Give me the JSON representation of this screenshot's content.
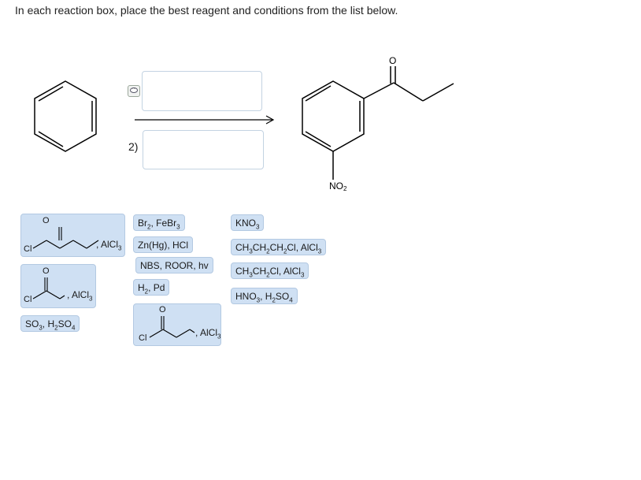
{
  "instructions": "In each reaction box, place the best reagent and conditions from the list below.",
  "reaction": {
    "step2_label": "2)",
    "product_substituent": "NO",
    "product_substituent_sub": "2"
  },
  "reagents": {
    "acyl_butanoyl_suffix": ", AlCl",
    "acyl_butanoyl_suffix_sub": "3",
    "acyl_propanoyl_suffix": ", AlCl",
    "acyl_propanoyl_suffix_sub": "3",
    "acyl_propanoyl2_suffix": ", AlCl",
    "acyl_propanoyl2_suffix_sub": "3",
    "cl_label": "Cl",
    "o_label": "O",
    "so3": {
      "a": "SO",
      "a_sub": "3",
      "b": ", H",
      "b_sub": "2",
      "c": "SO",
      "c_sub": "4"
    },
    "br2": {
      "a": "Br",
      "a_sub": "2",
      "b": ", FeBr",
      "b_sub": "3"
    },
    "znhg": "Zn(Hg), HCl",
    "nbs": "NBS, ROOR, hv",
    "h2pd": {
      "a": "H",
      "a_sub": "2",
      "b": ", Pd"
    },
    "kno3": {
      "a": "KNO",
      "a_sub": "3"
    },
    "propylcl": {
      "a": "CH",
      "a_sub": "3",
      "b": "CH",
      "b_sub": "2",
      "c": "CH",
      "c_sub": "2",
      "d": "Cl, AlCl",
      "d_sub": "3"
    },
    "ethylcl": {
      "a": "CH",
      "a_sub": "3",
      "b": "CH",
      "b_sub": "2",
      "c": "Cl, AlCl",
      "c_sub": "3"
    },
    "hno3": {
      "a": "HNO",
      "a_sub": "3",
      "b": ", H",
      "b_sub": "2",
      "c": "SO",
      "c_sub": "4"
    }
  }
}
